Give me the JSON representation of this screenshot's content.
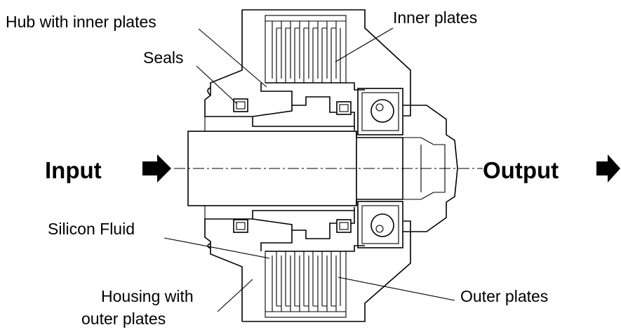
{
  "labels": {
    "hub": "Hub with inner plates",
    "inner_plates": "Inner plates",
    "seals": "Seals",
    "input": "Input",
    "output": "Output",
    "silicon_fluid": "Silicon Fluid",
    "housing_line1": "Housing with",
    "housing_line2": "outer plates",
    "outer_plates": "Outer plates"
  },
  "colors": {
    "stroke": "#000000",
    "background": "#ffffff"
  }
}
